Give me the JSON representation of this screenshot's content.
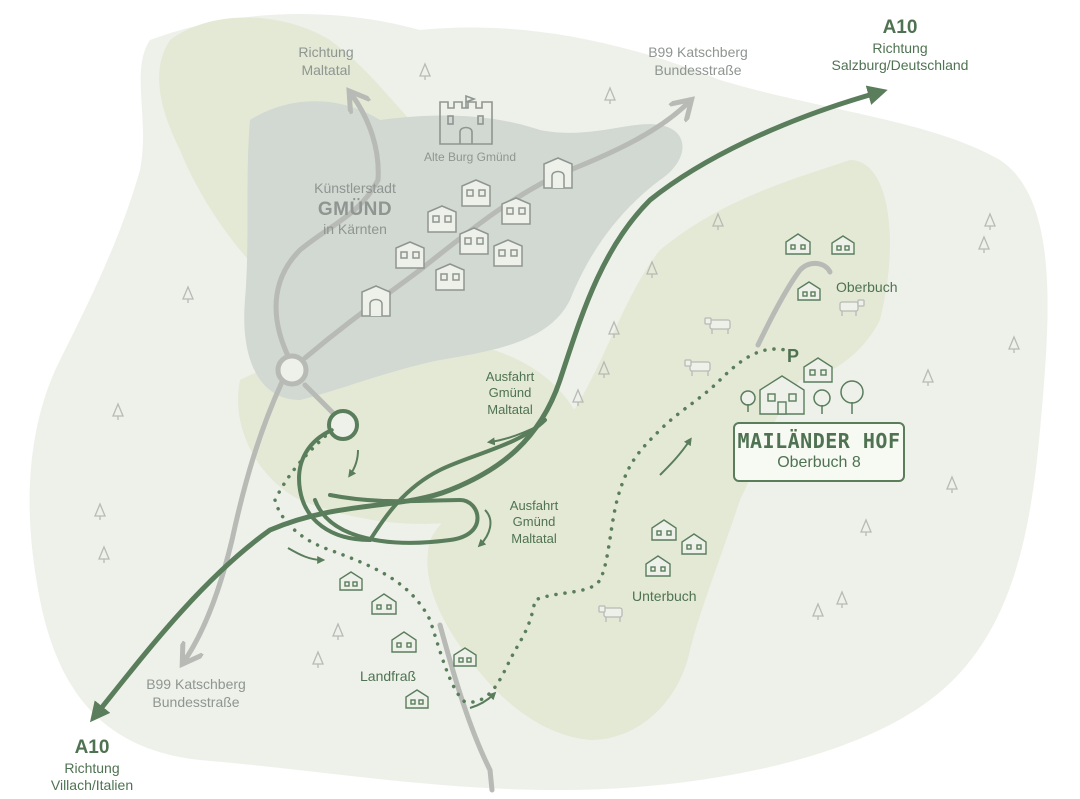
{
  "labels": {
    "richtung_maltatal": "Richtung\nMaltatal",
    "b99_top": "B99 Katschberg\nBundesstraße",
    "a10_ne": "A10",
    "a10_ne_sub": "Richtung\nSalzburg/Deutschland",
    "alte_burg": "Alte Burg Gmünd",
    "kuenstlerstadt": "Künstlerstadt",
    "gmuend": "GMÜND",
    "in_kaernten": "in Kärnten",
    "oberbuch": "Oberbuch",
    "ausfahrt_1": "Ausfahrt\nGmünd\nMaltatal",
    "ausfahrt_2": "Ausfahrt\nGmünd\nMaltatal",
    "unterbuch": "Unterbuch",
    "landfrass": "Landfraß",
    "b99_bottom": "B99 Katschberg\nBundesstraße",
    "a10_sw": "A10",
    "a10_sw_sub": "Richtung\nVillach/Italien",
    "parking": "P"
  },
  "destination": {
    "name": "MAILÄNDER HOF",
    "address": "Oberbuch 8"
  },
  "colors": {
    "highway": "#5a7d5c",
    "road": "#b7bab5",
    "town_area": "#d2d8d2",
    "hill_area": "#e3e9d5",
    "background_area": "#eef1ea",
    "label_green": "#4f7352",
    "label_grey": "#8f9590"
  },
  "icons": [
    "castle-icon",
    "house-icon",
    "gate-icon",
    "tree-icon",
    "cow-icon",
    "parking-icon",
    "farmhouse-icon",
    "arrow-icon"
  ]
}
